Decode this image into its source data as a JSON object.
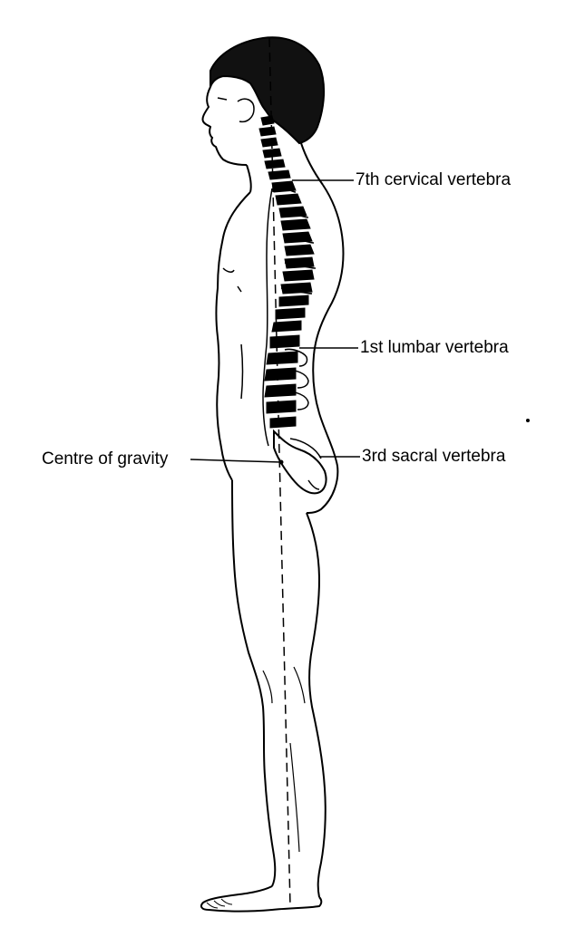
{
  "diagram": {
    "labels": {
      "cervical": "7th cervical vertebra",
      "lumbar": "1st lumbar vertebra",
      "sacral": "3rd sacral vertebra",
      "gravity": "Centre of gravity"
    }
  }
}
